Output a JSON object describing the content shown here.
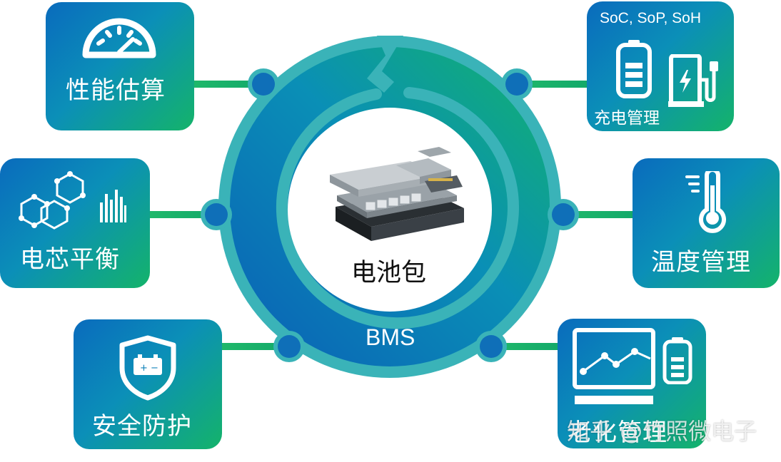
{
  "center": {
    "label": "电池包",
    "ring_label": "BMS"
  },
  "modules": {
    "state_estimation": {
      "label": "性能估算"
    },
    "cell_balancing": {
      "label": "电芯平衡"
    },
    "safety_protection": {
      "label": "安全防护"
    },
    "charging_management": {
      "label": "充电管理",
      "subtitle": "SoC, SoP, SoH"
    },
    "thermal_management": {
      "label": "温度管理"
    },
    "aging_management": {
      "label": "老化管理"
    }
  },
  "watermark": "知乎 @竹照微电子",
  "icons": {
    "state_estimation": "gauge-icon",
    "cell_balancing": "hexagon-network-icon",
    "cell_balancing_bars": "bar-chart-icon",
    "safety_protection": "shield-battery-icon",
    "charging_battery": "battery-icon",
    "charging_station": "charging-station-icon",
    "thermal": "thermometer-icon",
    "aging_monitor": "monitor-chart-icon",
    "aging_battery": "battery-icon"
  },
  "colors": {
    "ring": "#3ab3b8",
    "gradient_blue": "#0a6bbd",
    "gradient_green": "#14b36a",
    "node": "#0f6fb8",
    "connector": "#1ab36a"
  }
}
